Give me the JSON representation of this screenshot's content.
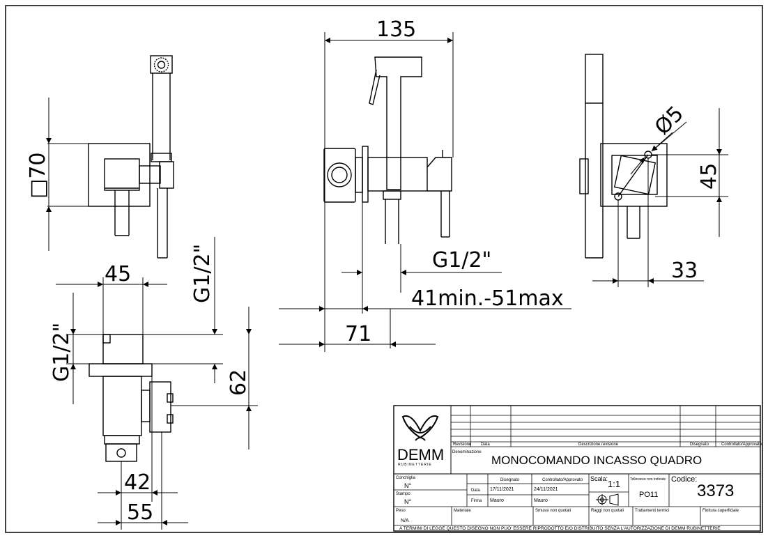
{
  "dimensions": {
    "d135": "135",
    "d70": "□70",
    "d45_side": "45",
    "g12_vertical": "G1/2\"",
    "g12_left": "G1/2\"",
    "g12_front": "G1/2\"",
    "range": "41min.-51max",
    "d71": "71",
    "d62": "62",
    "d42": "42",
    "d55": "55",
    "d5": "Ø5",
    "d45_right": "45",
    "d33": "33"
  },
  "title_block": {
    "brand": "DEMM",
    "brand_sub": "RUBINETTERIE",
    "revision_headers": {
      "revisione": "Revisione",
      "data": "Data",
      "descrizione": "Descrizione revisione",
      "disegnato": "Disegnato",
      "controllato": "Controllato/Approvato"
    },
    "denominazione_label": "Denominazione",
    "denominazione": "MONOCOMANDO INCASSO QUADRO",
    "conchiglia_label": "Conchiglia",
    "conchiglia_value": "N°",
    "stampo_label": "Stampo",
    "stampo_value": "N°",
    "peso_label": "Peso",
    "peso_value": "N/A",
    "materiale_label": "Materiale",
    "disegnato_label": "Disegnato",
    "controllato_label": "Controllato/Approvato",
    "data_label": "Data",
    "firma_label": "Firma",
    "data_disegnato": "17/11/2021",
    "data_controllato": "24/11/2021",
    "firma_disegnato": "Mauro",
    "firma_controllato": "Mauro",
    "scala_label": "Scala:",
    "scala_value": "1:1",
    "tolleranze_label": "Tolleranze non indicate",
    "tolleranze_value": "PO11",
    "codice_label": "Codice:",
    "codice_value": "3373",
    "smussi_label": "Smussi non quotati",
    "raggi_label": "Raggi non quotati",
    "trattamenti_label": "Trattamenti termici",
    "finitura_label": "Finitura superficiale",
    "disclaimer": "A TERMINI DI LEGGE QUESTO DISEGNO NON PUO' ESSERE RIPRODOTTO E/O DISTRIBUITO SENZA L'AUTORIZZAZIONE DI DEMM RUBINETTERIE"
  }
}
